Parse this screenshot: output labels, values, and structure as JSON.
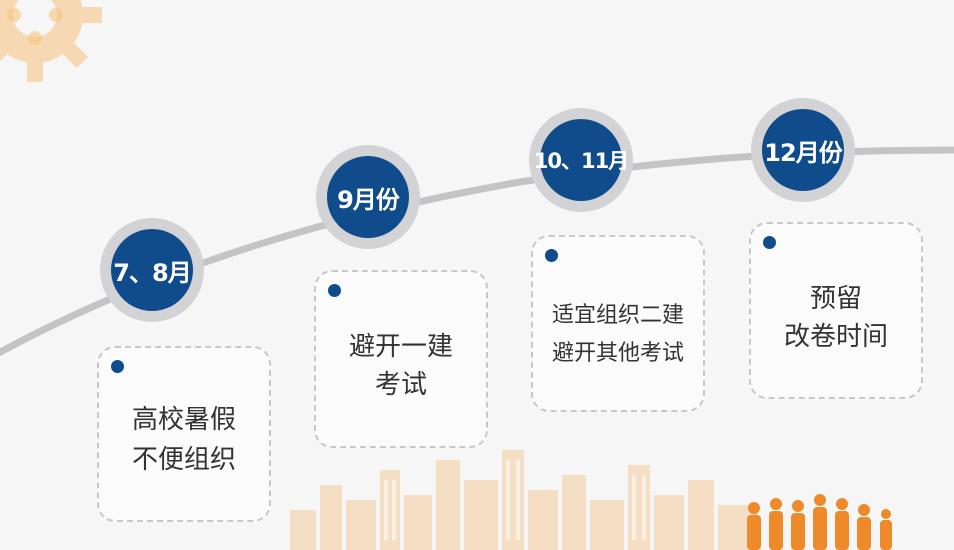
{
  "colors": {
    "circle_fill": "#104c8c",
    "circle_ring": "#d3d3d6",
    "curve": "#c4c4c7",
    "card_border": "#c8c8cc",
    "text": "#333333",
    "gear": "#f6c27a",
    "skyline": "#f3b56a",
    "people": "#ee8a2a"
  },
  "decor": {
    "gear": "gear-icon",
    "skyline": "city-skyline-icon",
    "people": "business-people-icon"
  },
  "timeline": [
    {
      "period": "7、8月",
      "lines": [
        "高校暑假",
        "不便组织"
      ]
    },
    {
      "period": "9月份",
      "lines": [
        "避开一建",
        "考试"
      ]
    },
    {
      "period": "10、11月",
      "lines": [
        "适宜组织二建",
        "避开其他考试"
      ]
    },
    {
      "period": "12月份",
      "lines": [
        "预留",
        "改卷时间"
      ]
    }
  ]
}
